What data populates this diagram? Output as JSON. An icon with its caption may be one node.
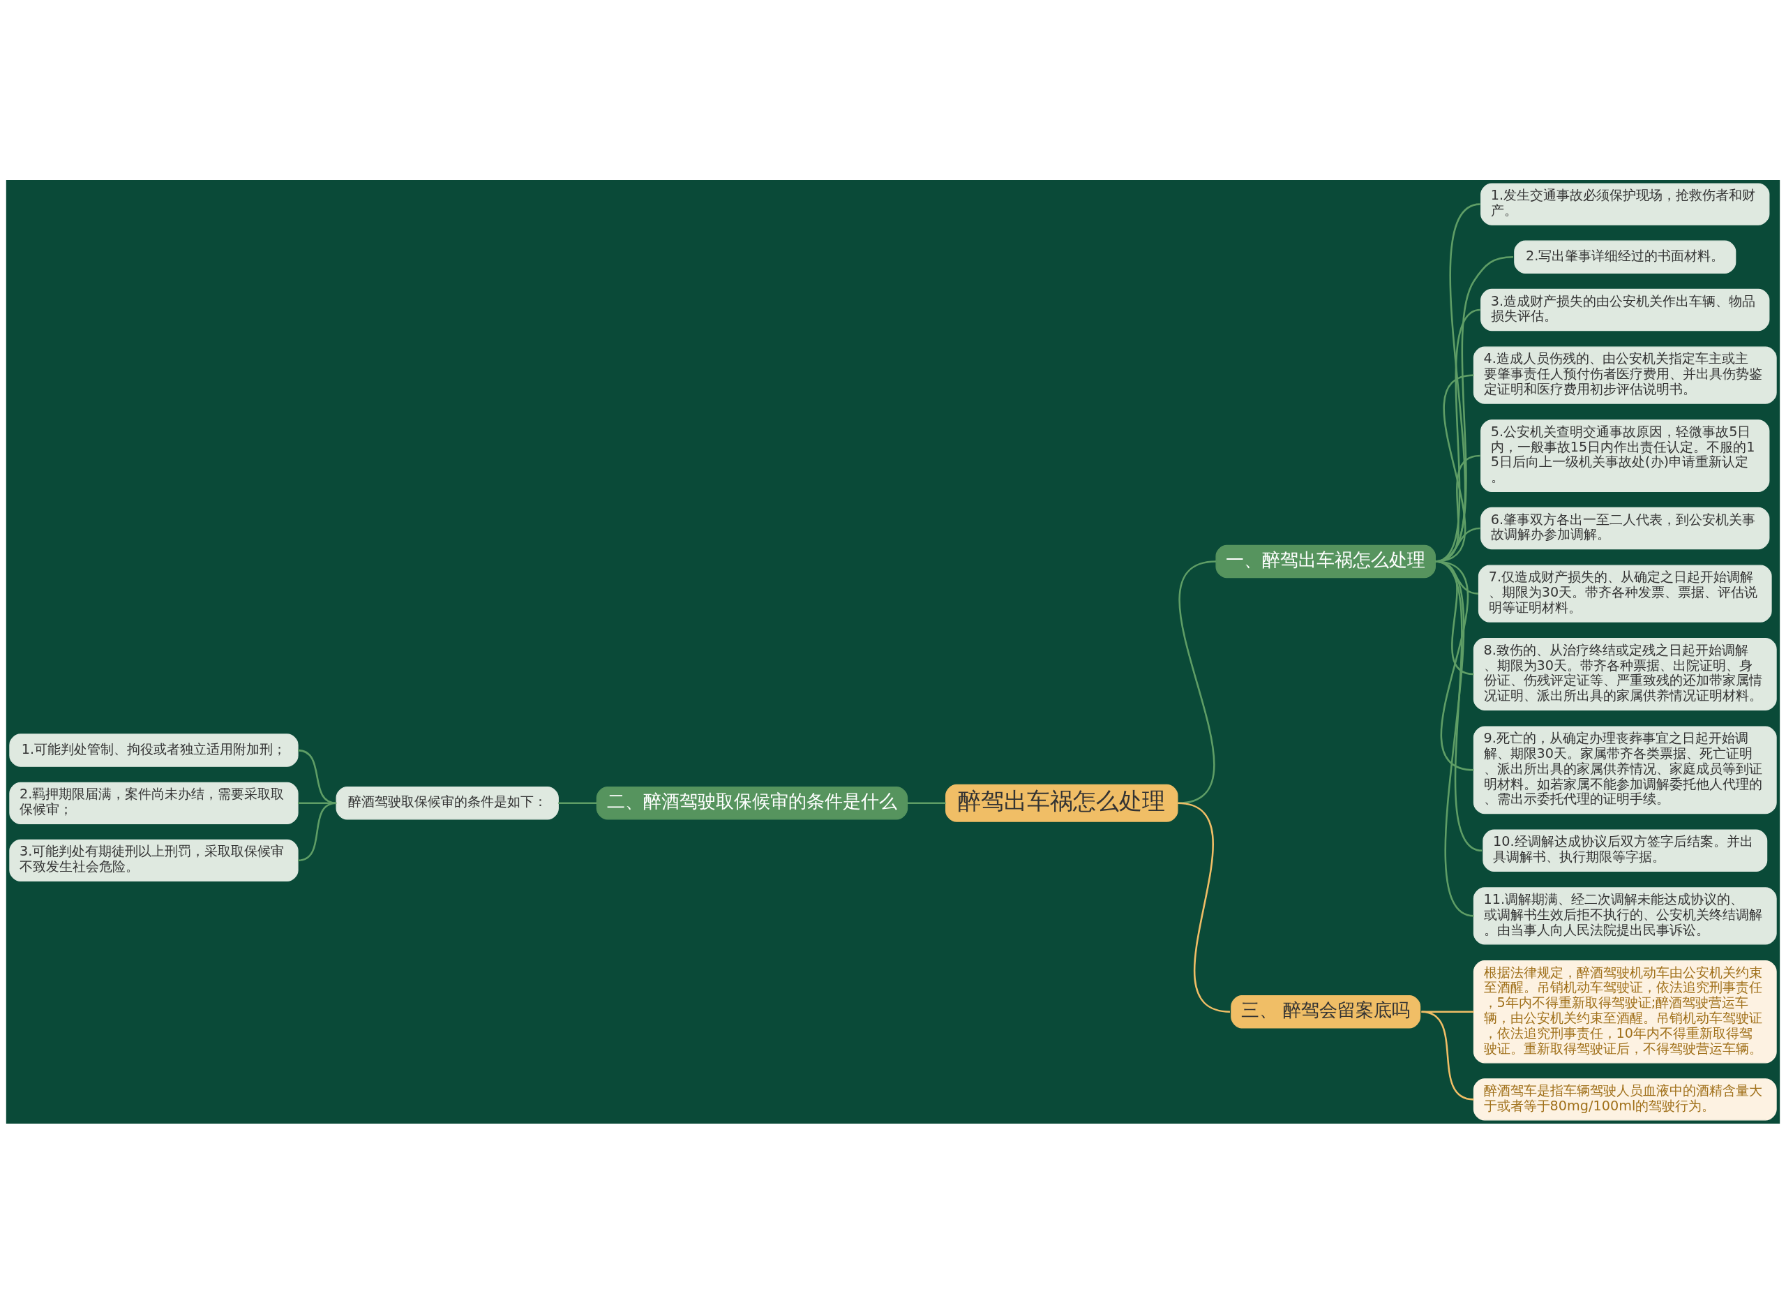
{
  "diagram": {
    "nodes": [
      {
        "text": [
          "醉驾出车祸怎么处理"
        ]
      },
      {
        "text": [
          "一、醉驾出车祸怎么处理"
        ]
      },
      {
        "text": [
          "1.发生交通事故必须保护现场，抢救伤者和财产。"
        ]
      },
      {
        "text": [
          "2.写出肇事详细经过的书面材料。"
        ]
      },
      {
        "text": [
          "3.造成财产损失的由公安机关作出车辆、物品损失评估。"
        ]
      },
      {
        "text": [
          "4.造成人员伤残的、由公安机关指定车主或主要肇事责任人预付伤者医疗费用、并出具伤势鉴定证明和医疗费用初步评估说明书。"
        ]
      },
      {
        "text": [
          "5.公安机关查明交通事故原因，轻微事故5日内，一般事故15日内作出责任认定。不服的15日后向上一级机关事故处(办)申请重新认定。"
        ]
      },
      {
        "text": [
          "6.肇事双方各出一至二人代表，到公安机关事故调解办参加调解。"
        ]
      },
      {
        "text": [
          "7.仅造成财产损失的、从确定之日起开始调解、期限为30天。带齐各种发票、票据、评估说明等证明材料。"
        ]
      },
      {
        "text": [
          "8.致伤的、从治疗终结或定残之日起开始调解、期限为30天。带齐各种票据、出院证明、身份证、伤残评定证等、严重致残的还加带家属情况证明、派出所出具的家属供养情况证明材料。"
        ]
      },
      {
        "text": [
          "9.死亡的，从确定办理丧葬事宜之日起开始调解、期限30天。家属带齐各类票据、死亡证明、派出所出具的家属供养情况、家庭成员等到证明材料。如若家属不能参加调解委托他人代理的、需出示委托代理的证明手续。"
        ]
      },
      {
        "text": [
          "10.经调解达成协议后双方签字后结案。并出具调解书、执行期限等字据。"
        ]
      },
      {
        "text": [
          "11.调解期满、经二次调解未能达成协议的、或调解书生效后拒不执行的、公安机关终结调解。由当事人向人民法院提出民事诉讼。"
        ]
      },
      {
        "text": [
          "二、醉酒驾驶取保候审的条件是什么"
        ]
      },
      {
        "text": [
          "醉酒驾驶取保候审的条件是如下："
        ]
      },
      {
        "text": [
          "1.可能判处管制、拘役或者独立适用附加刑；"
        ]
      },
      {
        "text": [
          "2.羁押期限届满，案件尚未办结，需要采取取保候审；"
        ]
      },
      {
        "text": [
          "3.可能判处有期徒刑以上刑罚，采取取保候审不致发生社会危险。"
        ]
      },
      {
        "text": [
          "三、 醉驾会留案底吗"
        ]
      },
      {
        "text": [
          "根据法律规定，醉酒驾驶机动车由公安机关约束至酒醒。吊销机动车驾驶证，依法追究刑事责任，5年内不得重新取得驾驶证;醉酒驾驶营运车辆，由公安机关约束至酒醒。吊销机动车驾驶证，依法追究刑事责任，10年内不得重新取得驾驶证。重新取得驾驶证后，不得驾驶营运车辆。"
        ]
      },
      {
        "text": [
          "醉酒驾车是指车辆驾驶人员血液中的酒精含量大于或者等于80mg/100ml的驾驶行为。"
        ]
      }
    ],
    "edges": [
      {
        "from": 0,
        "to": 1,
        "arrow": "none"
      },
      {
        "from": 1,
        "to": 2,
        "arrow": "none"
      },
      {
        "from": 1,
        "to": 3,
        "arrow": "none"
      },
      {
        "from": 1,
        "to": 4,
        "arrow": "none"
      },
      {
        "from": 1,
        "to": 5,
        "arrow": "none"
      },
      {
        "from": 1,
        "to": 6,
        "arrow": "none"
      },
      {
        "from": 1,
        "to": 7,
        "arrow": "none"
      },
      {
        "from": 1,
        "to": 8,
        "arrow": "none"
      },
      {
        "from": 1,
        "to": 9,
        "arrow": "none"
      },
      {
        "from": 1,
        "to": 10,
        "arrow": "none"
      },
      {
        "from": 1,
        "to": 11,
        "arrow": "none"
      },
      {
        "from": 1,
        "to": 12,
        "arrow": "none"
      },
      {
        "from": 0,
        "to": 13,
        "arrow": "none"
      },
      {
        "from": 13,
        "to": 14,
        "arrow": "none"
      },
      {
        "from": 14,
        "to": 15,
        "arrow": "none"
      },
      {
        "from": 14,
        "to": 16,
        "arrow": "none"
      },
      {
        "from": 14,
        "to": 17,
        "arrow": "none"
      },
      {
        "from": 0,
        "to": 18,
        "arrow": "none",
        "color": "#f0be66"
      },
      {
        "from": 18,
        "to": 19,
        "arrow": "none",
        "color": "#f0be66"
      },
      {
        "from": 18,
        "to": 20,
        "arrow": "none",
        "color": "#f0be66"
      }
    ]
  }
}
